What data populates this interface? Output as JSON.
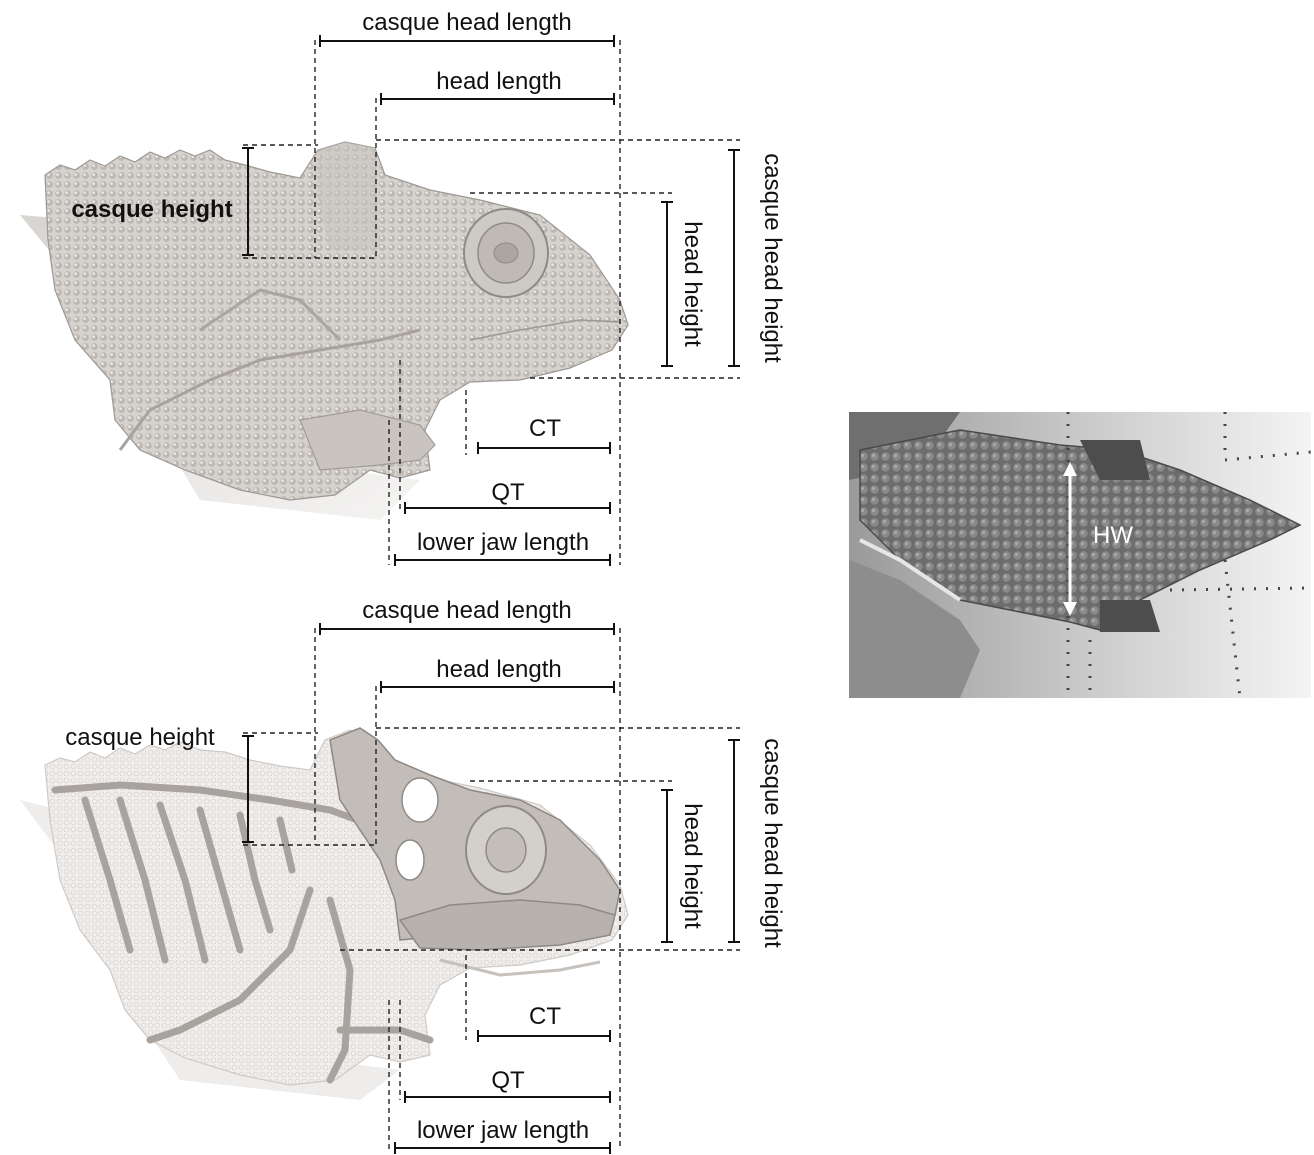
{
  "top_panel": {
    "casque_head_length": "casque head length",
    "head_length": "head length",
    "casque_height": "casque height",
    "head_height": "head height",
    "casque_head_height": "casque head height",
    "ct": "CT",
    "qt": "QT",
    "lower_jaw_length": "lower jaw length"
  },
  "bottom_panel": {
    "casque_head_length": "casque head length",
    "head_length": "head length",
    "casque_height": "casque height",
    "head_height": "head height",
    "casque_head_height": "casque head height",
    "ct": "CT",
    "qt": "QT",
    "lower_jaw_length": "lower jaw length"
  },
  "photo_panel": {
    "hw": "HW"
  }
}
